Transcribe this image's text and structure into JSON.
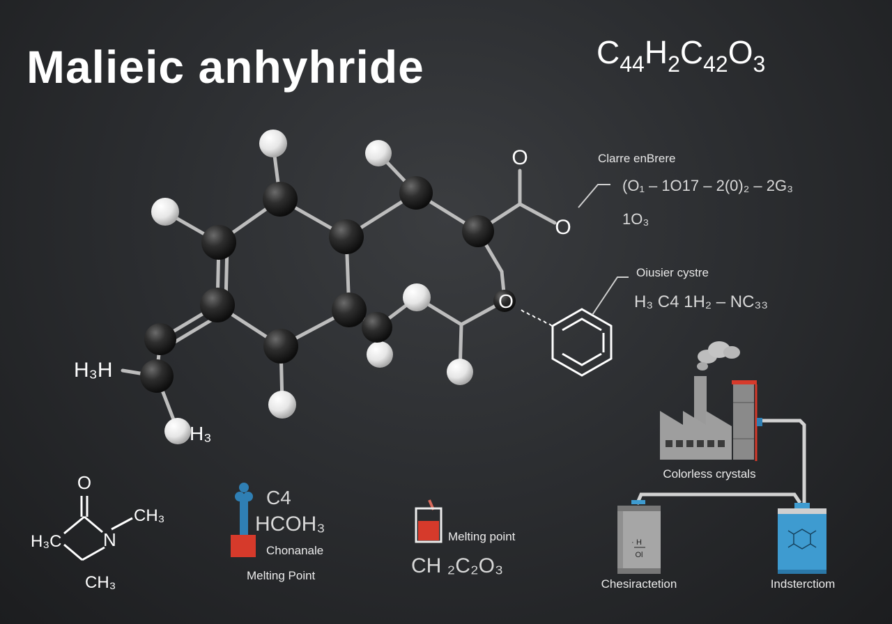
{
  "title": "Malieic anhyhride",
  "formula": {
    "parts": [
      {
        "t": "C",
        "sub": false
      },
      {
        "t": "44",
        "sub": true
      },
      {
        "t": "H",
        "sub": false
      },
      {
        "t": "2",
        "sub": true
      },
      {
        "t": "C",
        "sub": false
      },
      {
        "t": "42",
        "sub": true
      },
      {
        "t": "O",
        "sub": false
      },
      {
        "t": "3",
        "sub": true
      }
    ]
  },
  "annotation_top": {
    "heading": "Clarre enBrere",
    "line1": "(O₁ – 1O17 – 2(0)₂ – 2G₃",
    "line2": "1O₃"
  },
  "annotation_mid": {
    "heading": "Oiusier cystre",
    "line1": "H₃ C4  1H₂ – NC₃₃"
  },
  "molecule": {
    "oxygen_top": "O",
    "oxygen_right": "O",
    "oxygen_ring": "O",
    "label_h3h": "H₃H",
    "label_h3": "H₃"
  },
  "amide": {
    "o": "O",
    "ch3_top": "CH₃",
    "h3c": "H₃C",
    "n": "N",
    "ch3_bottom": "CH₃"
  },
  "thermo": {
    "c4": "C4",
    "hcoh": "HCOH₃",
    "caption": "Chonanale",
    "melting": "Melting Point"
  },
  "beaker": {
    "label": "Melting point",
    "formula": "CH ₂C₂O₃"
  },
  "industry": {
    "factory_label": "Colorless crystals",
    "tank_left_label": "Chesiractetion",
    "tank_right_label": "Indsterctiom"
  },
  "colors": {
    "background": "#2c2e31",
    "atom_dark": "#2a2a2a",
    "atom_light": "#ececec",
    "accent_red": "#d63a2b",
    "accent_blue": "#2f7fb4",
    "tank_blue": "#3e9bd0"
  }
}
